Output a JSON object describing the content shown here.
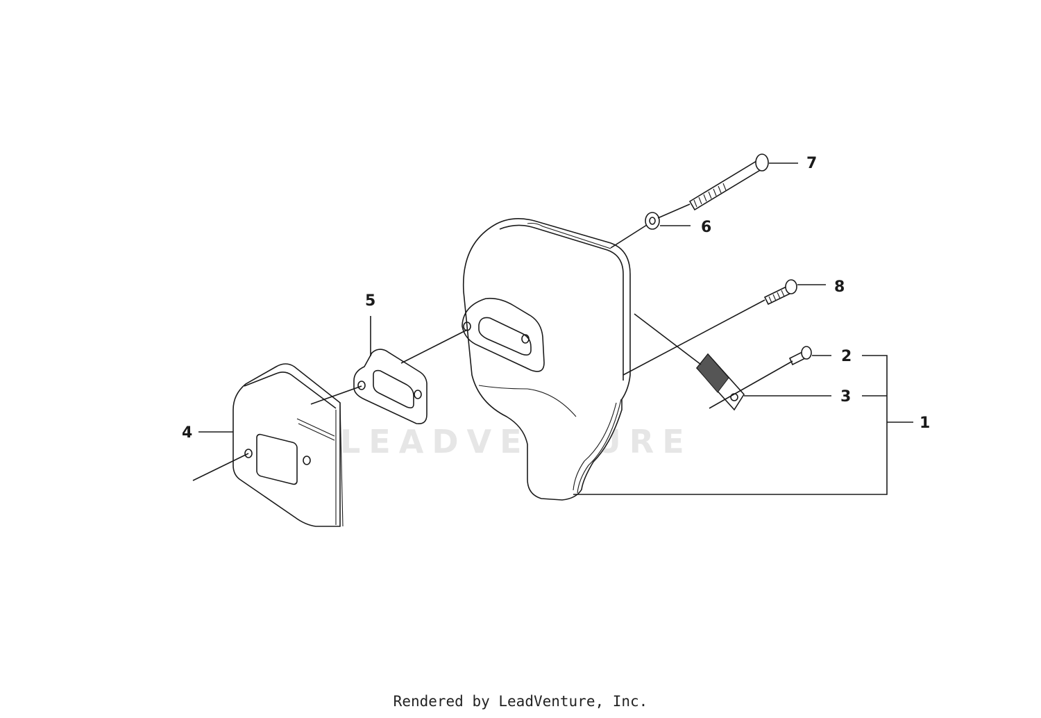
{
  "diagram": {
    "callouts": [
      {
        "id": "1",
        "label": "1"
      },
      {
        "id": "2",
        "label": "2"
      },
      {
        "id": "3",
        "label": "3"
      },
      {
        "id": "4",
        "label": "4"
      },
      {
        "id": "5",
        "label": "5"
      },
      {
        "id": "6",
        "label": "6"
      },
      {
        "id": "7",
        "label": "7"
      },
      {
        "id": "8",
        "label": "8"
      }
    ]
  },
  "watermark": {
    "text": "LEADVENTURE"
  },
  "footer": {
    "text": "Rendered by LeadVenture, Inc."
  },
  "colors": {
    "line": "#1a1a1a",
    "watermark": "#e6e6e6",
    "background": "#ffffff"
  }
}
